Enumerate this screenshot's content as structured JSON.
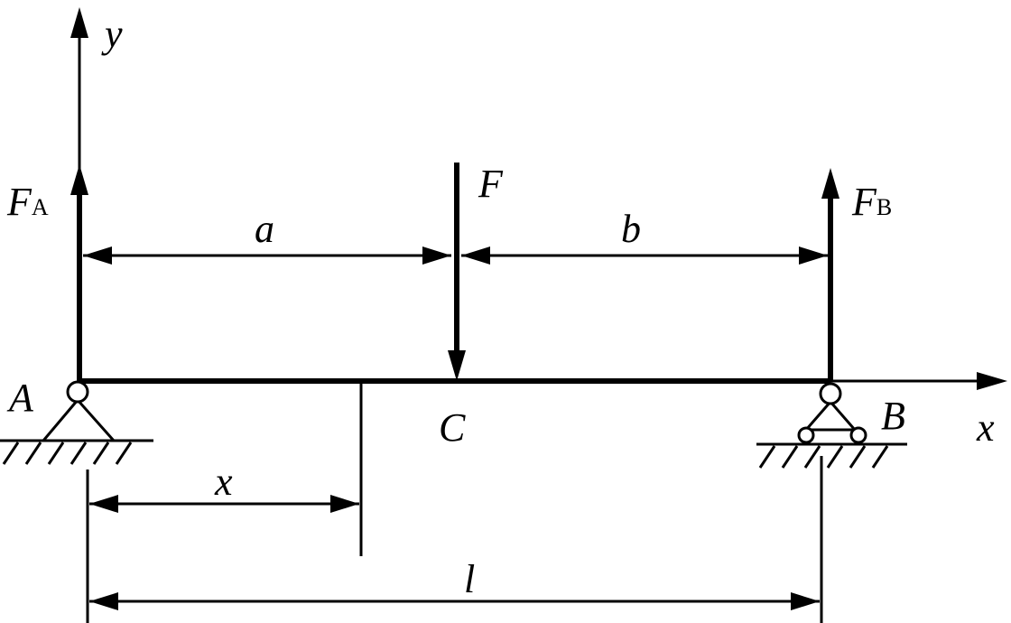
{
  "diagram": {
    "axes": {
      "x_label": "x",
      "y_label": "y"
    },
    "points": {
      "A": "A",
      "B": "B",
      "C": "C"
    },
    "forces": {
      "F": "F",
      "FA_main": "F",
      "FA_sub": "A",
      "FB_main": "F",
      "FB_sub": "B"
    },
    "dimensions": {
      "a": "a",
      "b": "b",
      "x": "x",
      "l": "l"
    },
    "colors": {
      "stroke": "#000000",
      "background": "#ffffff"
    }
  }
}
